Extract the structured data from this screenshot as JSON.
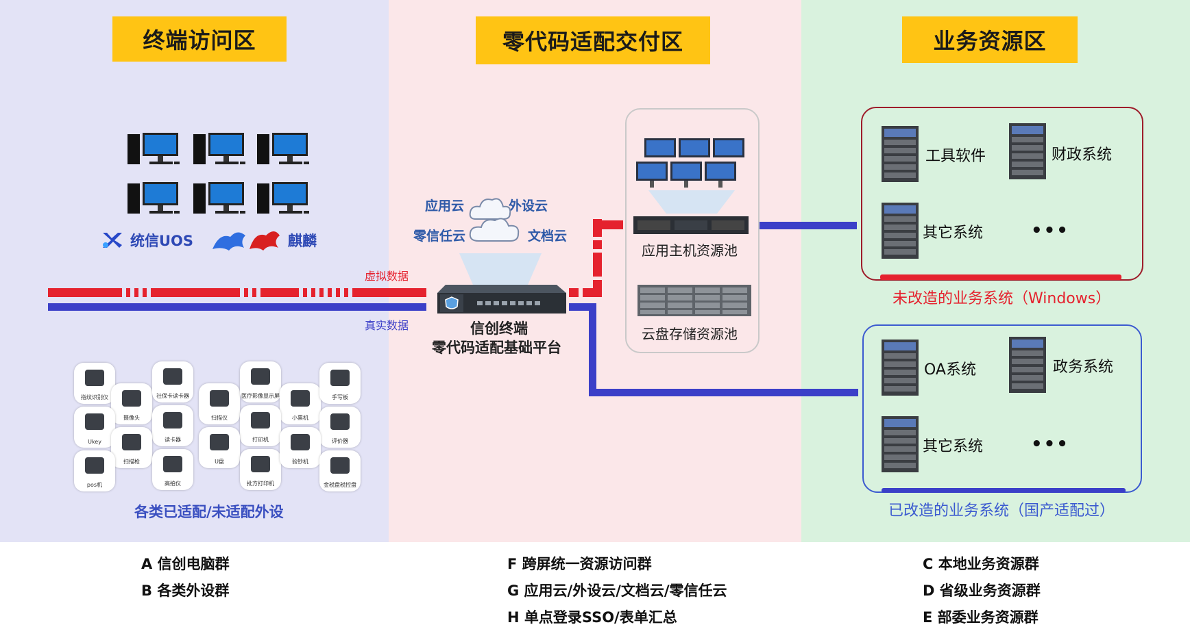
{
  "zones": {
    "left_title": "终端访问区",
    "mid_title": "零代码适配交付区",
    "right_title": "业务资源区"
  },
  "brands": {
    "uos": "统信UOS",
    "kylin": "麒麟"
  },
  "clouds": {
    "app": "应用云",
    "peripheral": "外设云",
    "zero_trust": "零信任云",
    "document": "文档云"
  },
  "platform": {
    "line1": "信创终端",
    "line2": "零代码适配基础平台"
  },
  "links": {
    "virtual": "虚拟数据",
    "real": "真实数据"
  },
  "pools": {
    "host": "应用主机资源池",
    "storage": "云盘存储资源池"
  },
  "unmodified": {
    "items": [
      "工具软件",
      "财政系统",
      "其它系统"
    ],
    "ellipsis": "•••",
    "caption": "未改造的业务系统（Windows）"
  },
  "modified": {
    "items": [
      "OA系统",
      "政务系统",
      "其它系统"
    ],
    "ellipsis": "•••",
    "caption": "已改造的业务系统（国产适配过）"
  },
  "peripherals": {
    "caption": "各类已适配/未适配外设",
    "items": [
      "指纹识别仪",
      "摄像头",
      "社保卡读卡器",
      "扫描仪",
      "医疗影像显示屏",
      "小票机",
      "手写板",
      "Ukey",
      "读卡器",
      "扫描枪",
      "打印机",
      "U盘",
      "评价器",
      "pos机",
      "高拍仪",
      "批方打印机",
      "验钞机",
      "金税盘税控盘"
    ]
  },
  "legend": {
    "col1": [
      "A 信创电脑群",
      "B 各类外设群"
    ],
    "col2": [
      "F  跨屏统一资源访问群",
      "G  应用云/外设云/文档云/零信任云",
      "H 单点登录SSO/表单汇总"
    ],
    "col3": [
      "C  本地业务资源群",
      "D 省级业务资源群",
      "E  部委业务资源群"
    ]
  },
  "colors": {
    "red_line": "#e5222e",
    "blue_line": "#3b3fc8",
    "zone_title_bg": "#ffc414"
  }
}
